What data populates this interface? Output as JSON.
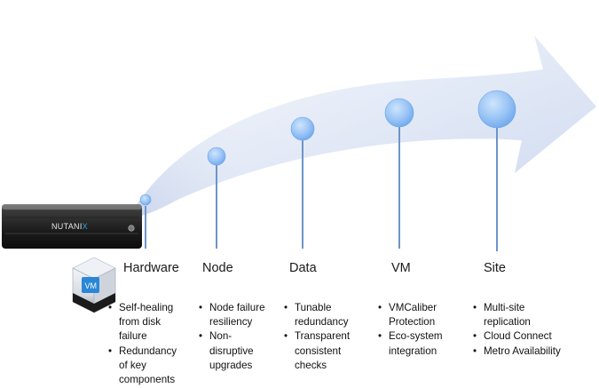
{
  "server": {
    "logo_text": "NUTANIX",
    "logo_accent": "X"
  },
  "vm_cube": {
    "label": "VM"
  },
  "colors": {
    "arrow_light": "#e9eef8",
    "arrow_mid": "#c9d5ee",
    "bubble": "#8fbdf5",
    "bubble_edge": "#6aa3ea",
    "stem": "#6d94c9",
    "logo_accent": "#29a6e0"
  },
  "stages": [
    {
      "title": "Hardware",
      "bullets": [
        "Self-healing from disk failure",
        "Redundancy of key components"
      ],
      "bullet_lines": [
        [
          "Self-healing",
          "from disk",
          "failure"
        ],
        [
          "Redundancy",
          "of key",
          "components"
        ]
      ]
    },
    {
      "title": "Node",
      "bullets": [
        "Node failure resiliency",
        "Non-disruptive upgrades"
      ],
      "bullet_lines": [
        [
          "Node failure",
          "resiliency"
        ],
        [
          "Non-",
          "disruptive",
          "upgrades"
        ]
      ]
    },
    {
      "title": "Data",
      "bullets": [
        "Tunable redundancy",
        "Transparent consistent checks"
      ],
      "bullet_lines": [
        [
          "Tunable",
          "redundancy"
        ],
        [
          "Transparent",
          "consistent",
          "checks"
        ]
      ]
    },
    {
      "title": "VM",
      "bullets": [
        "VMCaliber Protection",
        "Eco-system integration"
      ],
      "bullet_lines": [
        [
          "VMCaliber",
          "Protection"
        ],
        [
          "Eco-system",
          "integration"
        ]
      ]
    },
    {
      "title": "Site",
      "bullets": [
        "Multi-site replication",
        "Cloud Connect",
        "Metro Availability"
      ],
      "bullet_lines": [
        [
          "Multi-site",
          "replication"
        ],
        [
          "Cloud Connect"
        ],
        [
          "Metro Availability"
        ]
      ]
    }
  ]
}
